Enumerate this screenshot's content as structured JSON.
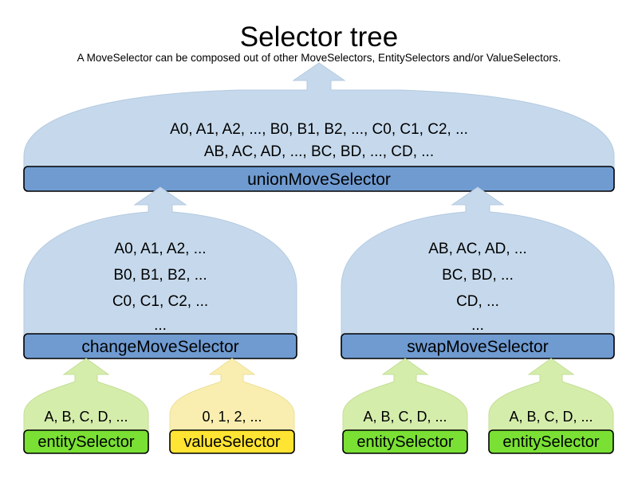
{
  "header": {
    "title": "Selector tree",
    "subtitle": "A MoveSelector can be composed out of other MoveSelectors, EntitySelectors and/or ValueSelectors."
  },
  "colors": {
    "dome_blue_fill": "#c6d9ec",
    "bar_blue_fill": "#6f9bd1",
    "dome_green_fill": "#d5edab",
    "bar_green_fill": "#7ae034",
    "dome_yellow_fill": "#f9eeb0",
    "bar_yellow_fill": "#ffe433",
    "stroke": "#000000",
    "text": "#000000"
  },
  "nodes": {
    "union": {
      "label": "unionMoveSelector",
      "lines": [
        "A0, A1, A2, ..., B0, B1, B2, ..., C0, C1, C2, ...",
        "AB, AC, AD, ..., BC, BD, ..., CD, ..."
      ]
    },
    "change": {
      "label": "changeMoveSelector",
      "lines": [
        "A0, A1, A2, ...",
        "B0, B1, B2, ...",
        "C0, C1, C2, ...",
        "..."
      ]
    },
    "swap": {
      "label": "swapMoveSelector",
      "lines": [
        "AB, AC, AD, ...",
        "BC, BD, ...",
        "CD, ...",
        "..."
      ]
    },
    "leaves": [
      {
        "label": "entitySelector",
        "values": "A, B, C, D, ...",
        "kind": "entity"
      },
      {
        "label": "valueSelector",
        "values": "0, 1, 2, ...",
        "kind": "value"
      },
      {
        "label": "entitySelector",
        "values": "A, B, C, D, ...",
        "kind": "entity"
      },
      {
        "label": "entitySelector",
        "values": "A, B, C, D, ...",
        "kind": "entity"
      }
    ]
  }
}
